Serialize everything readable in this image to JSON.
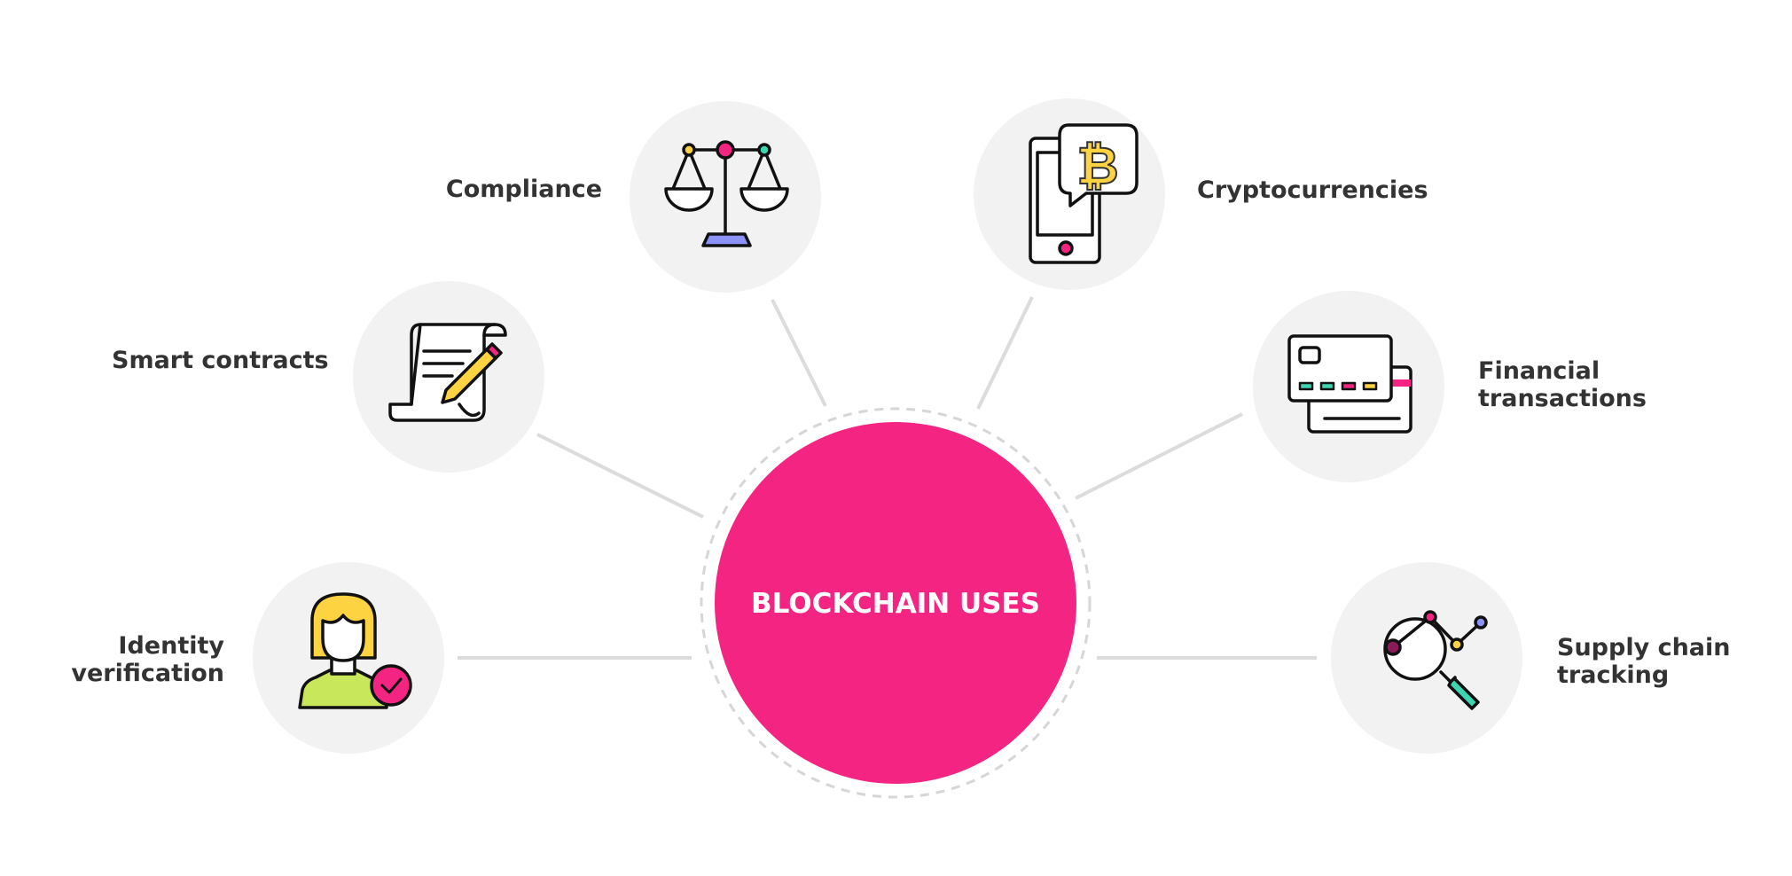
{
  "center": {
    "title": "BLOCKCHAIN USES"
  },
  "uses": [
    {
      "id": "compliance",
      "lines": [
        "Compliance"
      ],
      "icon": "scales-icon"
    },
    {
      "id": "cryptocurrencies",
      "lines": [
        "Cryptocurrencies"
      ],
      "icon": "phone-bitcoin-icon"
    },
    {
      "id": "smart-contracts",
      "lines": [
        "Smart contracts"
      ],
      "icon": "contract-pen-icon"
    },
    {
      "id": "financial-transactions",
      "lines": [
        "Financial",
        "transactions"
      ],
      "icon": "credit-cards-icon"
    },
    {
      "id": "identity-verification",
      "lines": [
        "Identity",
        "verification"
      ],
      "icon": "verified-user-icon"
    },
    {
      "id": "supply-chain-tracking",
      "lines": [
        "Supply chain",
        "tracking"
      ],
      "icon": "magnifier-chart-icon"
    }
  ],
  "bitcoin_symbol": "₿",
  "colors": {
    "pink": "#f42582",
    "yellow": "#fdd342",
    "teal": "#3dd6b0",
    "purple": "#8c92f6",
    "green": "#c8e75a",
    "bubble": "#f2f2f2"
  }
}
